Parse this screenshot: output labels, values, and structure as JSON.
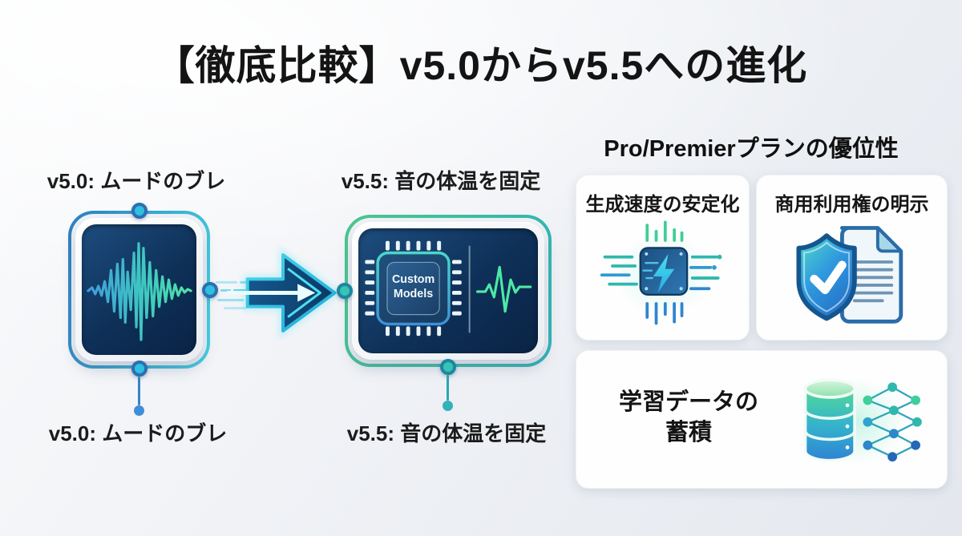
{
  "title": "【徹底比較】v5.0からv5.5への進化",
  "flow": {
    "v50_top_label": "v5.0: ムードのブレ",
    "v50_bottom_label": "v5.0: ムードのブレ",
    "v55_top_label": "v5.5: 音の体温を固定",
    "v55_bottom_label": "v5.5: 音の体温を固定",
    "chip_text_line1": "Custom",
    "chip_text_line2": "Models",
    "v50_icon": "audio-waveform-icon",
    "v55_icon": "custom-models-chip-icon",
    "arrow_icon": "evolution-arrow-icon"
  },
  "advantages": {
    "header": "Pro/Premierプランの優位性",
    "cards": [
      {
        "title": "生成速度の安定化",
        "icon": "speed-chip-icon"
      },
      {
        "title": "商用利用権の明示",
        "icon": "license-shield-document-icon"
      },
      {
        "title_line1": "学習データの",
        "title_line2": "蓄積",
        "icon": "training-data-database-icon"
      }
    ]
  },
  "colors": {
    "accent_blue": "#2e7fc0",
    "accent_cyan": "#41d2e2",
    "accent_green": "#4ac88e",
    "accent_teal": "#2fb3b8",
    "screen_navy": "#0e3058",
    "wave_green": "#52e2a6",
    "wave_blue": "#3f9ddc",
    "text_dark": "#141414",
    "card_bg": "#fefefe"
  }
}
